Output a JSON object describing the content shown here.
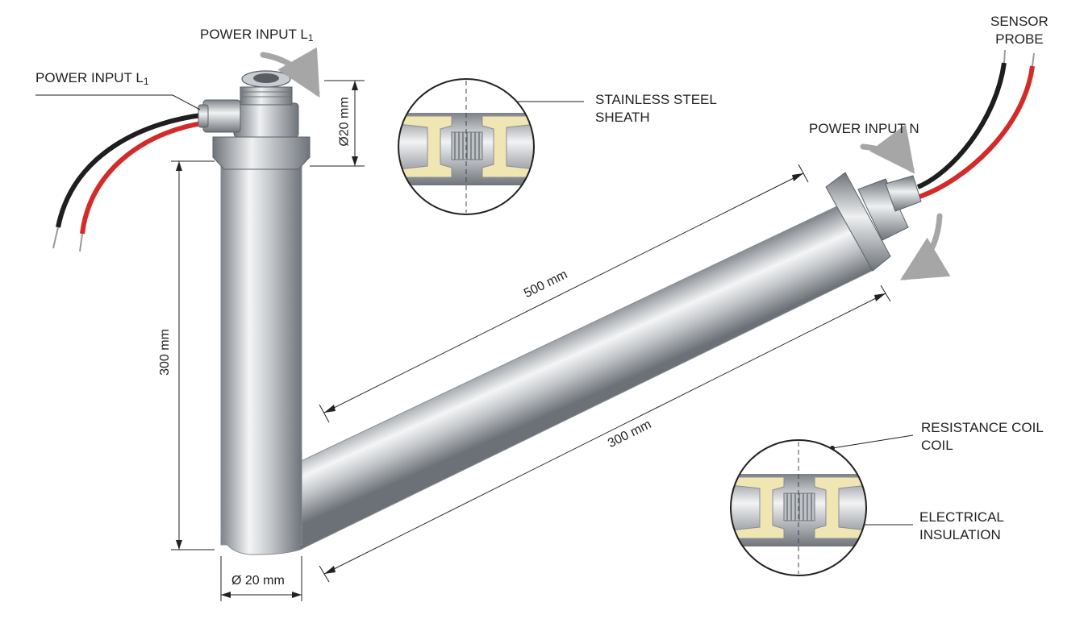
{
  "labels": {
    "power_l1_top": {
      "main": "POWER INPUT L",
      "sub": "1"
    },
    "power_l1_left": {
      "main": "POWER INPUT L",
      "sub": "1"
    },
    "stainless": [
      "STAINLESS STEEL",
      "SHEATH"
    ],
    "power_n": "POWER INPUT N",
    "sensor": [
      "SENSOR",
      "PROBE"
    ],
    "resistance": [
      "RESISTANCE COIL",
      "COIL"
    ],
    "insulation": [
      "ELECTRICAL",
      "INSULATION"
    ]
  },
  "dimensions": {
    "fitting_diameter": "Ø20 mm",
    "vertical_length": "300 mm",
    "bottom_diameter": "Ø 20 mm",
    "diagonal_upper": "500 mm",
    "diagonal_lower": "300 mm"
  },
  "colors": {
    "wire_red": "#d42a2a",
    "wire_black": "#1e1e1e",
    "steel_dark": "#7d8288",
    "steel_light": "#f4f5f6",
    "insulation": "#efe6b4",
    "arrow_gray": "#a6a6a6"
  }
}
